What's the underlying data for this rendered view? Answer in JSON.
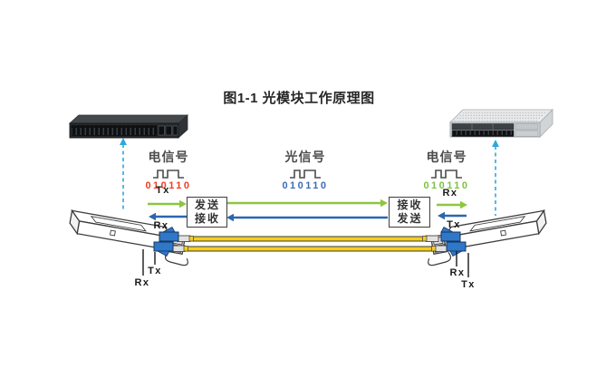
{
  "figure": {
    "title_prefix": "图1-1",
    "title_text": "光模块工作原理图"
  },
  "signals": {
    "left_electrical": {
      "label": "电信号",
      "bits": "010110",
      "color": "#f23b1e"
    },
    "optical": {
      "label": "光信号",
      "bits": "010110",
      "color": "#3a6cb5"
    },
    "right_electrical": {
      "label": "电信号",
      "bits": "010110",
      "color": "#7dc142"
    }
  },
  "function_boxes": {
    "left": {
      "line1": "发送",
      "line2": "接收"
    },
    "right": {
      "line1": "接收",
      "line2": "发送"
    }
  },
  "flow_arrows": {
    "left_tx_label": "Tx",
    "left_rx_label": "Rx",
    "right_rx_label": "Rx",
    "right_tx_label": "Tx"
  },
  "connector_labels": {
    "left_module_tx": "Tx",
    "left_module_rx": "Rx",
    "right_module_rx": "Rx",
    "right_module_tx": "Tx"
  },
  "colors": {
    "green_arrow": "#8cc63f",
    "blue_arrow": "#2b66ae",
    "dashed_link": "#2da7df",
    "fiber_cable": "#f5ce1a"
  }
}
